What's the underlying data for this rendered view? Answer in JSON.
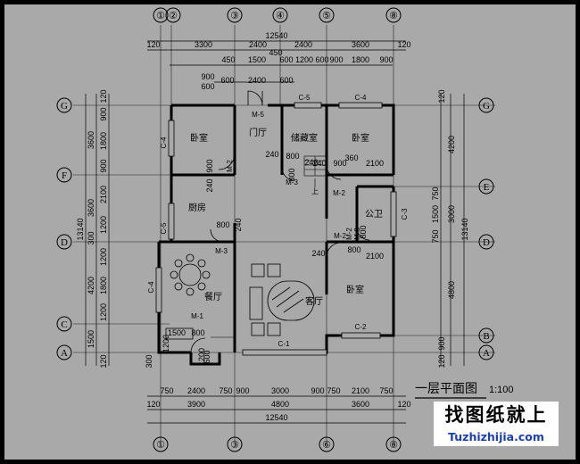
{
  "drawing": {
    "title": "一层平面图",
    "scale": "1:100",
    "colors": {
      "paper": "#a9a9a9",
      "border": "#000000",
      "wall": "#000000",
      "brand_text": "#1a3fae"
    }
  },
  "grid": {
    "vertical": [
      "①",
      "②",
      "③",
      "④",
      "⑤",
      "⑧"
    ],
    "bottom": [
      "①",
      "③",
      "⑥",
      "⑧"
    ],
    "horizontal": [
      "G",
      "F",
      "D",
      "C",
      "A"
    ],
    "right": [
      "G",
      "E",
      "D",
      "B",
      "A"
    ]
  },
  "dims": {
    "top_total": "12540",
    "top_edge_left": "120",
    "top_edge_right": "120",
    "top_axis": [
      "3300",
      "2400",
      "2400",
      "3600"
    ],
    "top_sub": [
      "450",
      "1500",
      "450",
      "600",
      "1200",
      "600",
      "900",
      "1800",
      "900"
    ],
    "top_door": [
      "900",
      "600",
      "600",
      "2400",
      "600"
    ],
    "left_total": "13140",
    "left_axis": [
      "3600",
      "3600",
      "300",
      "4200",
      "1500"
    ],
    "left_sub": [
      "120",
      "900",
      "1800",
      "900",
      "2100",
      "1200",
      "1200",
      "1800",
      "1200",
      "120"
    ],
    "right_total": "13140",
    "right_axis": [
      "4200",
      "3000",
      "4800"
    ],
    "right_sub": [
      "120",
      "750",
      "1500",
      "750",
      "900",
      "120"
    ],
    "bottom_sub": [
      "750",
      "2400",
      "750",
      "900",
      "3000",
      "900",
      "750",
      "2100",
      "750"
    ],
    "bottom_axis": [
      "3900",
      "4800",
      "3600"
    ],
    "bottom_edge_left": "120",
    "bottom_edge_right": "120",
    "bottom_total": "12540",
    "inner": [
      "900",
      "240",
      "240",
      "800",
      "240",
      "800",
      "240",
      "900",
      "360",
      "2100",
      "800",
      "240",
      "800",
      "240",
      "2100",
      "800",
      "1500",
      "800",
      "1200",
      "600",
      "300",
      "1200"
    ]
  },
  "rooms": {
    "bedroom_nw": "卧室",
    "hall_entry": "门厅",
    "storage": "储藏室",
    "bedroom_ne": "卧室",
    "kitchen": "厨房",
    "bath": "公卫",
    "dining": "餐厅",
    "living": "客厅",
    "bedroom_se": "卧室"
  },
  "tags": {
    "windows": [
      "C-4",
      "C-5",
      "C-5",
      "C-4",
      "C-3",
      "C-4",
      "C-1",
      "C-2"
    ],
    "doors": [
      "M-5",
      "M-2",
      "M-3",
      "M-2",
      "M-2",
      "M-3",
      "M-3",
      "M-2",
      "M-1"
    ]
  },
  "stair_label": "上",
  "brand": {
    "cn": "找图纸就上",
    "url": "Tuzhizhijia.com"
  }
}
